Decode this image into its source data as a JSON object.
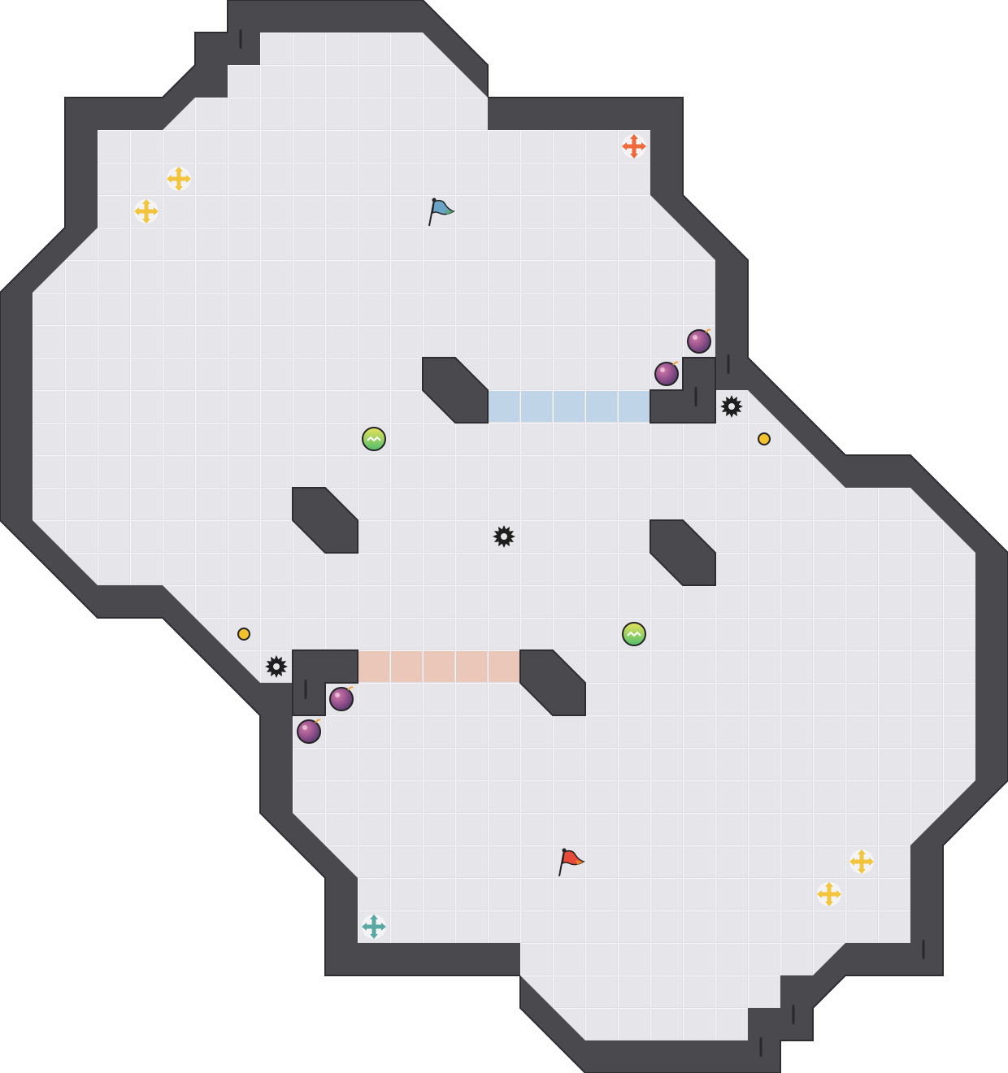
{
  "game": {
    "grid_size": 40,
    "colors": {
      "floor": "#e6e6ea",
      "grid_line": "#ffffff",
      "wall": "#4a4a4e",
      "wall_edge": "#2e2e32",
      "blue_zone": "#bfd4e6",
      "red_zone": "#ebc7ba",
      "boost_yellow": "#f2c53d",
      "spawn_orange": "#ee6a3a",
      "spawn_teal": "#5aa8a4",
      "bomb": "#8e4f8a",
      "powerup_green": "#8fcf5a",
      "flag_blue": "#6aa3c8",
      "flag_red": "#e84a3a",
      "coin": "#f2c12e",
      "spike": "#1e1e1e"
    },
    "flags": [
      {
        "team": "blue",
        "col": 13,
        "row": 6,
        "icon": "blue-flag-icon"
      },
      {
        "team": "red",
        "col": 17,
        "row": 26,
        "icon": "red-flag-icon"
      }
    ],
    "team_zones": [
      {
        "team": "blue",
        "col": 15,
        "row": 12,
        "cols": 5
      },
      {
        "team": "red",
        "col": 11,
        "row": 20,
        "cols": 5
      }
    ],
    "boosts": [
      {
        "col": 5,
        "row": 5
      },
      {
        "col": 4,
        "row": 6
      },
      {
        "col": 26,
        "row": 26
      },
      {
        "col": 25,
        "row": 27
      }
    ],
    "spawns": [
      {
        "team": "orange",
        "col": 19,
        "row": 4
      },
      {
        "team": "teal",
        "col": 11,
        "row": 28
      }
    ],
    "bombs": [
      {
        "col": 21,
        "row": 10
      },
      {
        "col": 20,
        "row": 11
      },
      {
        "col": 10,
        "row": 21
      },
      {
        "col": 9,
        "row": 22
      }
    ],
    "powerups": [
      {
        "col": 11,
        "row": 13
      },
      {
        "col": 19,
        "row": 19
      }
    ],
    "spikes": [
      {
        "col": 22,
        "row": 12
      },
      {
        "col": 15,
        "row": 16
      },
      {
        "col": 8,
        "row": 20
      }
    ],
    "coins": [
      {
        "col": 23,
        "row": 13
      },
      {
        "col": 7,
        "row": 19
      }
    ]
  }
}
